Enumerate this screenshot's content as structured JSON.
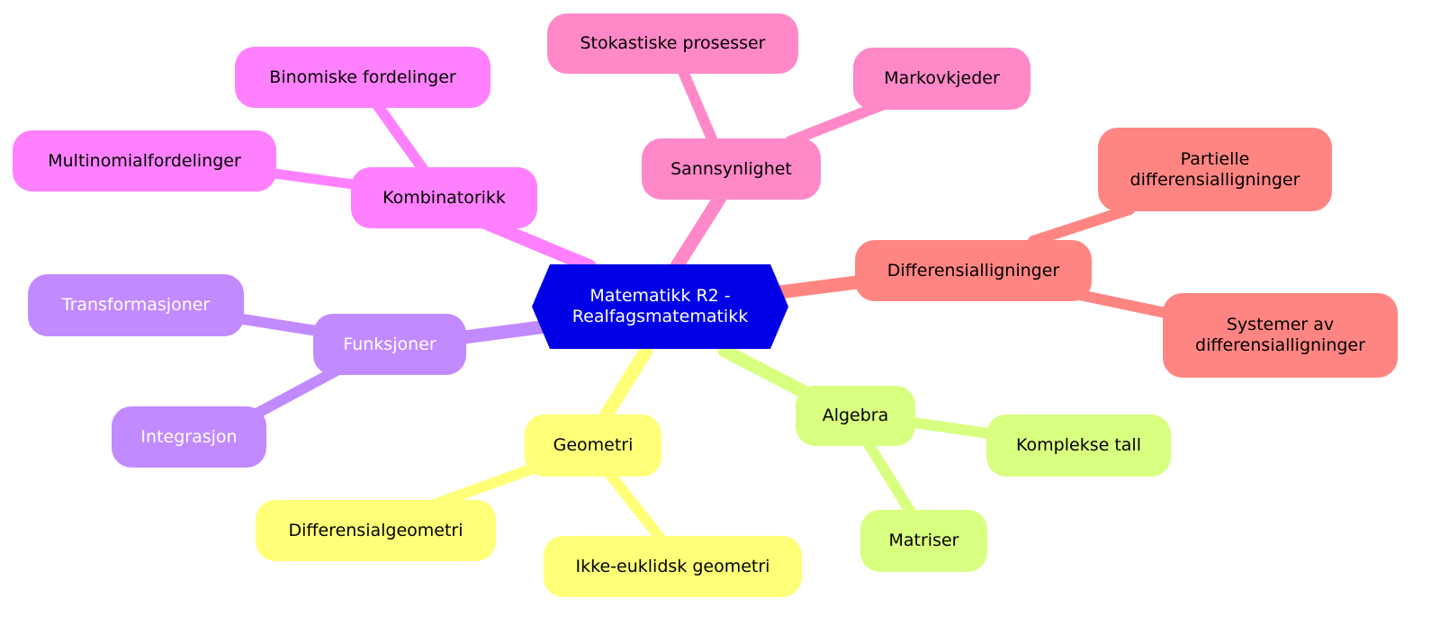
{
  "colors": {
    "center": "#0000e6",
    "kombinatorikk": "#ff80ff",
    "sannsynlighet": "#ff88c8",
    "differensial": "#ff8582",
    "algebra": "#d9ff80",
    "geometri": "#ffff78",
    "funksjoner": "#c28aff"
  },
  "root": {
    "label_line1": "Matematikk R2 -",
    "label_line2": "Realfagsmatematikk"
  },
  "branches": {
    "kombinatorikk": {
      "label": "Kombinatorikk",
      "children": [
        "Binomiske fordelinger",
        "Multinomialfordelinger"
      ]
    },
    "sannsynlighet": {
      "label": "Sannsynlighet",
      "children": [
        "Stokastiske prosesser",
        "Markovkjeder"
      ]
    },
    "differensial": {
      "label": "Differensialligninger",
      "children": [
        "Partielle differensialligninger",
        "Systemer av differensialligninger"
      ]
    },
    "algebra": {
      "label": "Algebra",
      "children": [
        "Komplekse tall",
        "Matriser"
      ]
    },
    "geometri": {
      "label": "Geometri",
      "children": [
        "Differensialgeometri",
        "Ikke-euklidsk geometri"
      ]
    },
    "funksjoner": {
      "label": "Funksjoner",
      "children": [
        "Transformasjoner",
        "Integrasjon"
      ]
    }
  }
}
